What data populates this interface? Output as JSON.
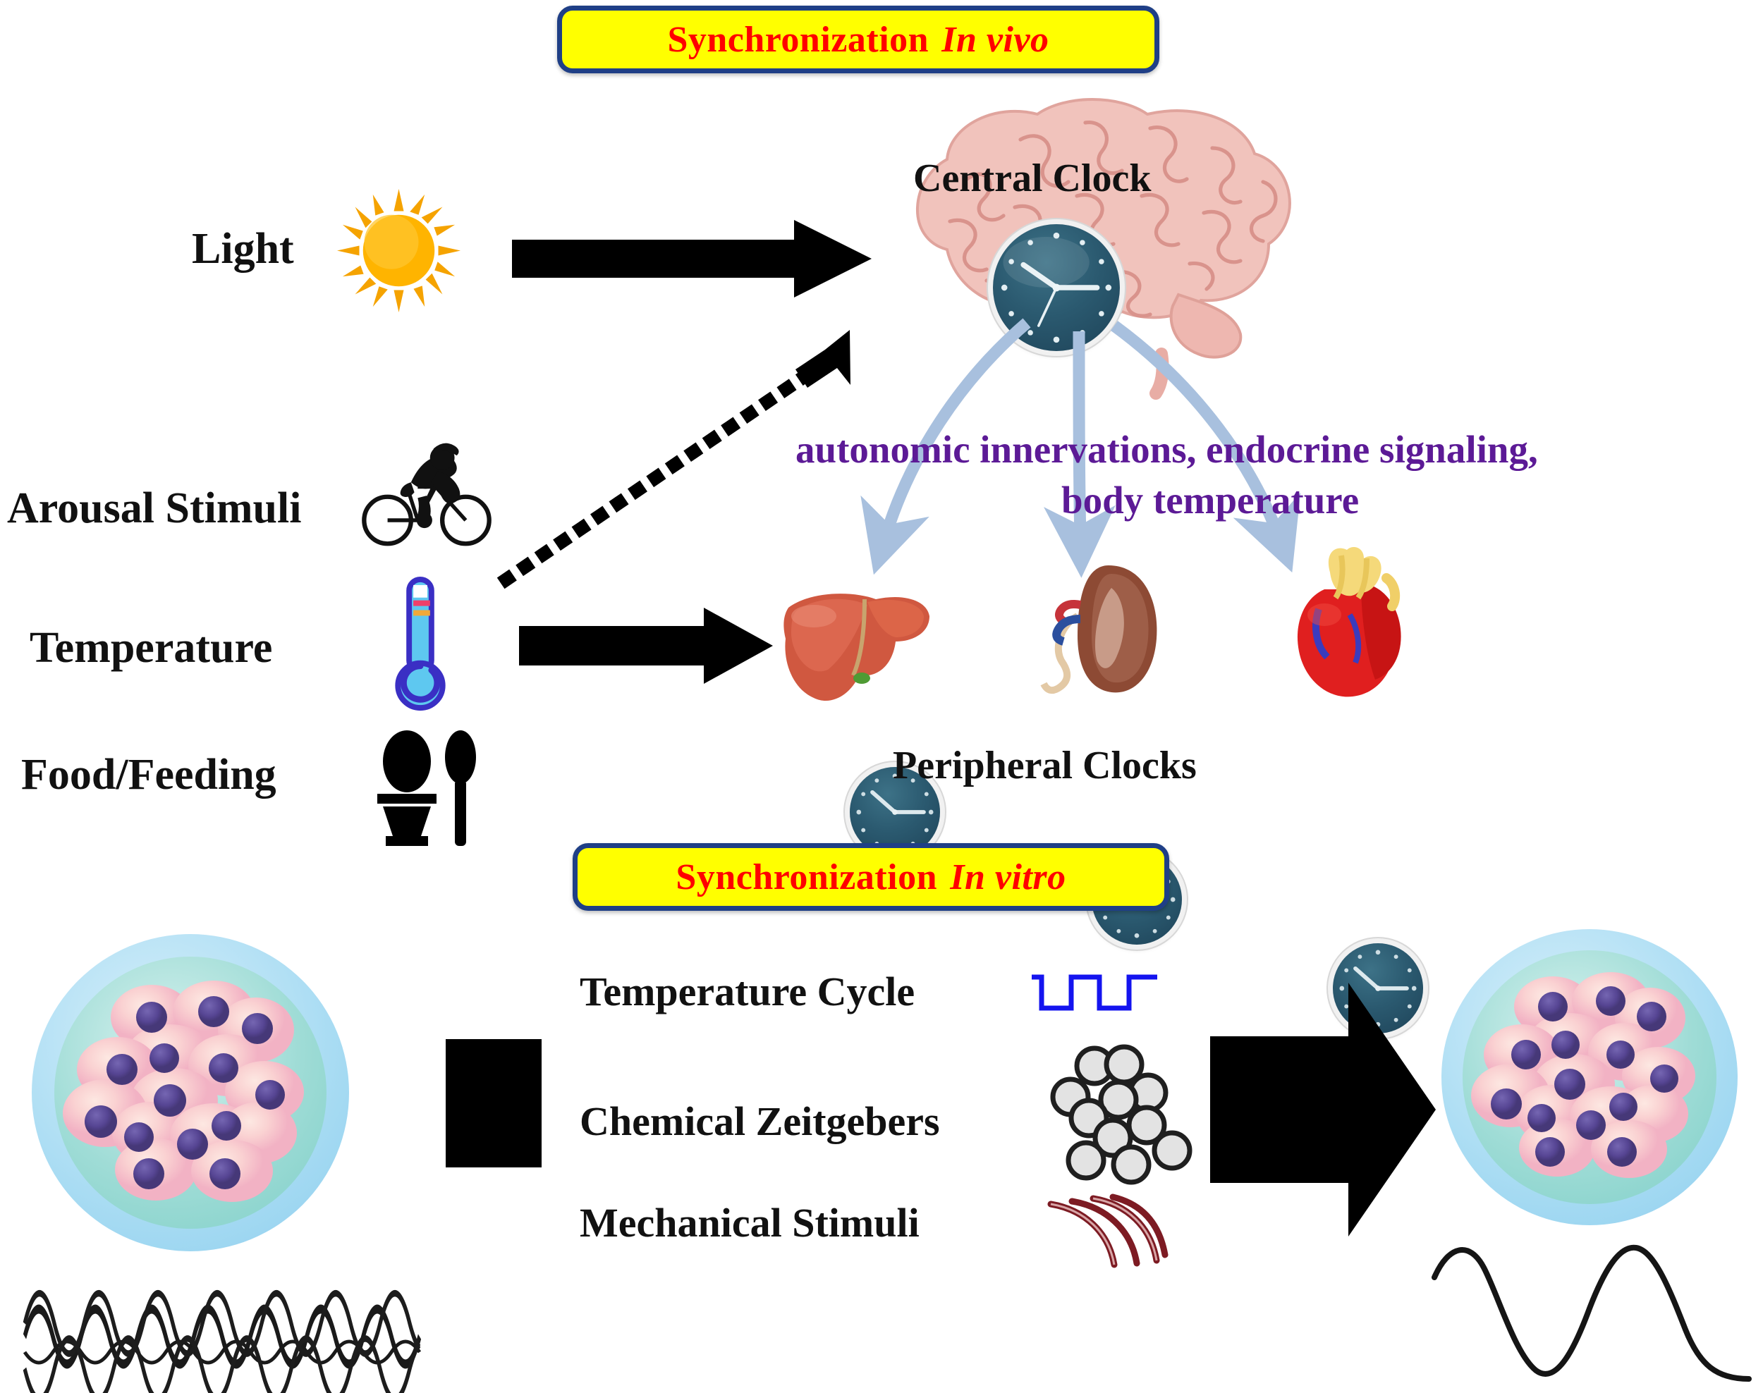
{
  "banners": {
    "in_vivo": {
      "main": "Synchronization",
      "italic": "In vivo"
    },
    "in_vitro": {
      "main": "Synchronization",
      "italic": "In vitro"
    }
  },
  "in_vivo": {
    "inputs": [
      {
        "label": "Light",
        "icon": "sun-icon"
      },
      {
        "label": "Arousal Stimuli",
        "icon": "cyclist-icon"
      },
      {
        "label": "Temperature",
        "icon": "thermometer-icon"
      },
      {
        "label": "Food/Feeding",
        "icon": "egg-and-spoon-icon"
      }
    ],
    "central_clock_label": "Central Clock",
    "signaling_text_line1": "autonomic innervations, endocrine signaling,",
    "signaling_text_line2": "body temperature",
    "peripheral_clocks_label": "Peripheral Clocks",
    "organs": [
      {
        "name": "liver",
        "icon": "liver-icon"
      },
      {
        "name": "kidney",
        "icon": "kidney-icon"
      },
      {
        "name": "heart",
        "icon": "heart-icon"
      }
    ]
  },
  "in_vitro": {
    "stimuli": [
      {
        "label": "Temperature Cycle",
        "icon": "square-wave-icon"
      },
      {
        "label": "Chemical Zeitgebers",
        "icon": "pills-icon"
      },
      {
        "label": "Mechanical Stimuli",
        "icon": "vibration-waves-icon"
      }
    ],
    "left_dish": {
      "name": "desynchronized-cell-culture"
    },
    "right_dish": {
      "name": "synchronized-cell-culture"
    },
    "left_trace": {
      "name": "desynchronized-oscillation-trace"
    },
    "right_trace": {
      "name": "synchronized-oscillation-trace"
    }
  },
  "colors": {
    "banner_fill": "#ffff00",
    "banner_border": "#1f3f86",
    "banner_text": "#ff0000",
    "signaling_text": "#5c1a96",
    "blue_arrow": "#a8c0de",
    "square_wave": "#1414ef",
    "brain": "#f1c3bc",
    "clock_face": "#255a72",
    "dish_rim": "#a9dcf3",
    "dish_medium": "#9fdcd6",
    "cell_body": "#f7c9cb",
    "cell_nucleus": "#564593",
    "black": "#000000"
  },
  "chart_data": {
    "type": "line",
    "title": "",
    "xlabel": "",
    "ylabel": "",
    "series": [
      {
        "name": "desynchronized-trace-a",
        "phase_deg": 0,
        "cycles": 6.5,
        "amplitude": 1
      },
      {
        "name": "desynchronized-trace-b",
        "phase_deg": 180,
        "cycles": 6.5,
        "amplitude": 1
      },
      {
        "name": "synchronized-trace",
        "phase_deg": 0,
        "cycles": 1.8,
        "amplitude": 1
      }
    ]
  }
}
